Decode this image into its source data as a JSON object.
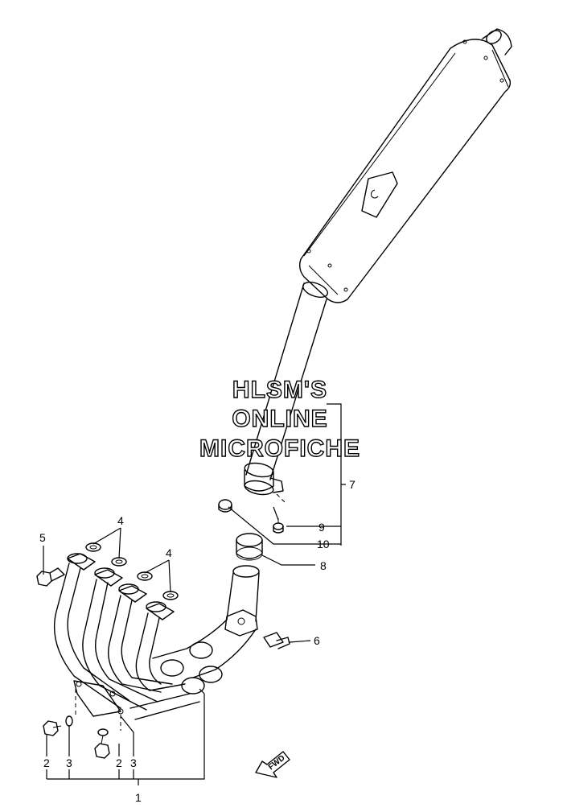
{
  "watermark": {
    "line1": "HLSM'S",
    "line2": "ONLINE",
    "line3": "MICROFICHE"
  },
  "direction_label": "FWD",
  "callouts": {
    "c1": "1",
    "c2a": "2",
    "c2b": "2",
    "c3a": "3",
    "c3b": "3",
    "c4a": "4",
    "c4b": "4",
    "c5": "5",
    "c6": "6",
    "c7": "7",
    "c8": "8",
    "c9": "9",
    "c10": "10"
  }
}
